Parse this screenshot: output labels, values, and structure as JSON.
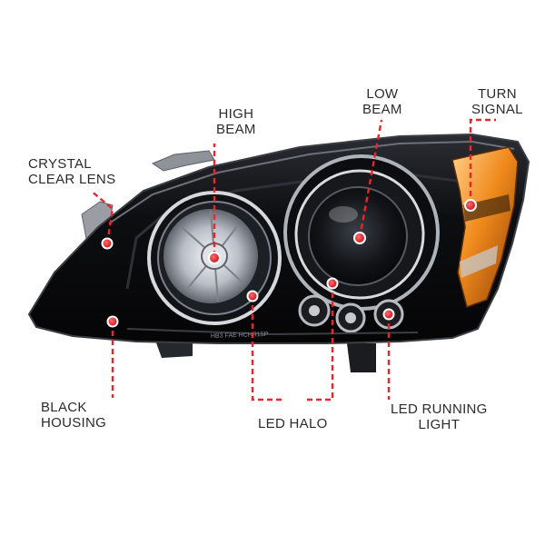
{
  "annotations": {
    "crystal_clear_lens": [
      "CRYSTAL",
      "CLEAR LENS"
    ],
    "high_beam": [
      "HIGH",
      "BEAM"
    ],
    "low_beam": [
      "LOW",
      "BEAM"
    ],
    "turn_signal": [
      "TURN",
      "SIGNAL"
    ],
    "black_housing": [
      "BLACK",
      "HOUSING"
    ],
    "led_halo": [
      "LED HALO"
    ],
    "led_running_light": [
      "LED RUNNING",
      "LIGHT"
    ]
  },
  "lens_marking": "HB3 FAE HCHR15P",
  "colors": {
    "marker": "#e8262b",
    "housing": "#0b0c0e",
    "chrome": "#c9ccd1",
    "amber": "#f08a1c",
    "label_text": "#2b2b2b"
  }
}
